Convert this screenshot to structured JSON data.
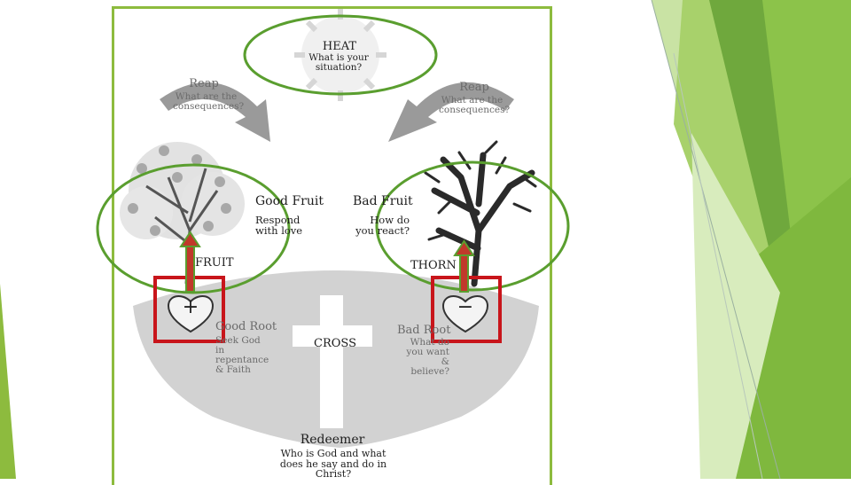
{
  "slide": {
    "accent_color": "#8dbb3e",
    "ring_color": "#5a9e2f",
    "box_color": "#c8151b",
    "arrow_color": "#c0392b"
  },
  "diagram": {
    "heat": {
      "title": "HEAT",
      "question": "What is your situation?"
    },
    "reap_left": {
      "title": "Reap",
      "question": "What are the consequences?"
    },
    "reap_right": {
      "title": "Reap",
      "question": "What are the consequences?"
    },
    "good_fruit": {
      "title": "Good Fruit",
      "desc": "Respond with love"
    },
    "bad_fruit": {
      "title": "Bad Fruit",
      "desc": "How do you react?"
    },
    "fruit_label": "FRUIT",
    "thorn_label": "THORN",
    "good_root": {
      "title": "Good Root",
      "desc": "Seek God in repentance & Faith"
    },
    "bad_root": {
      "title": "Bad Root",
      "desc": "What do you want & believe?"
    },
    "cross_label": "CROSS",
    "redeemer": {
      "title": "Redeemer",
      "desc": "Who is God and what does he say and do in Christ?"
    },
    "heart_plus_icon": "+",
    "heart_minus_icon": "−"
  }
}
